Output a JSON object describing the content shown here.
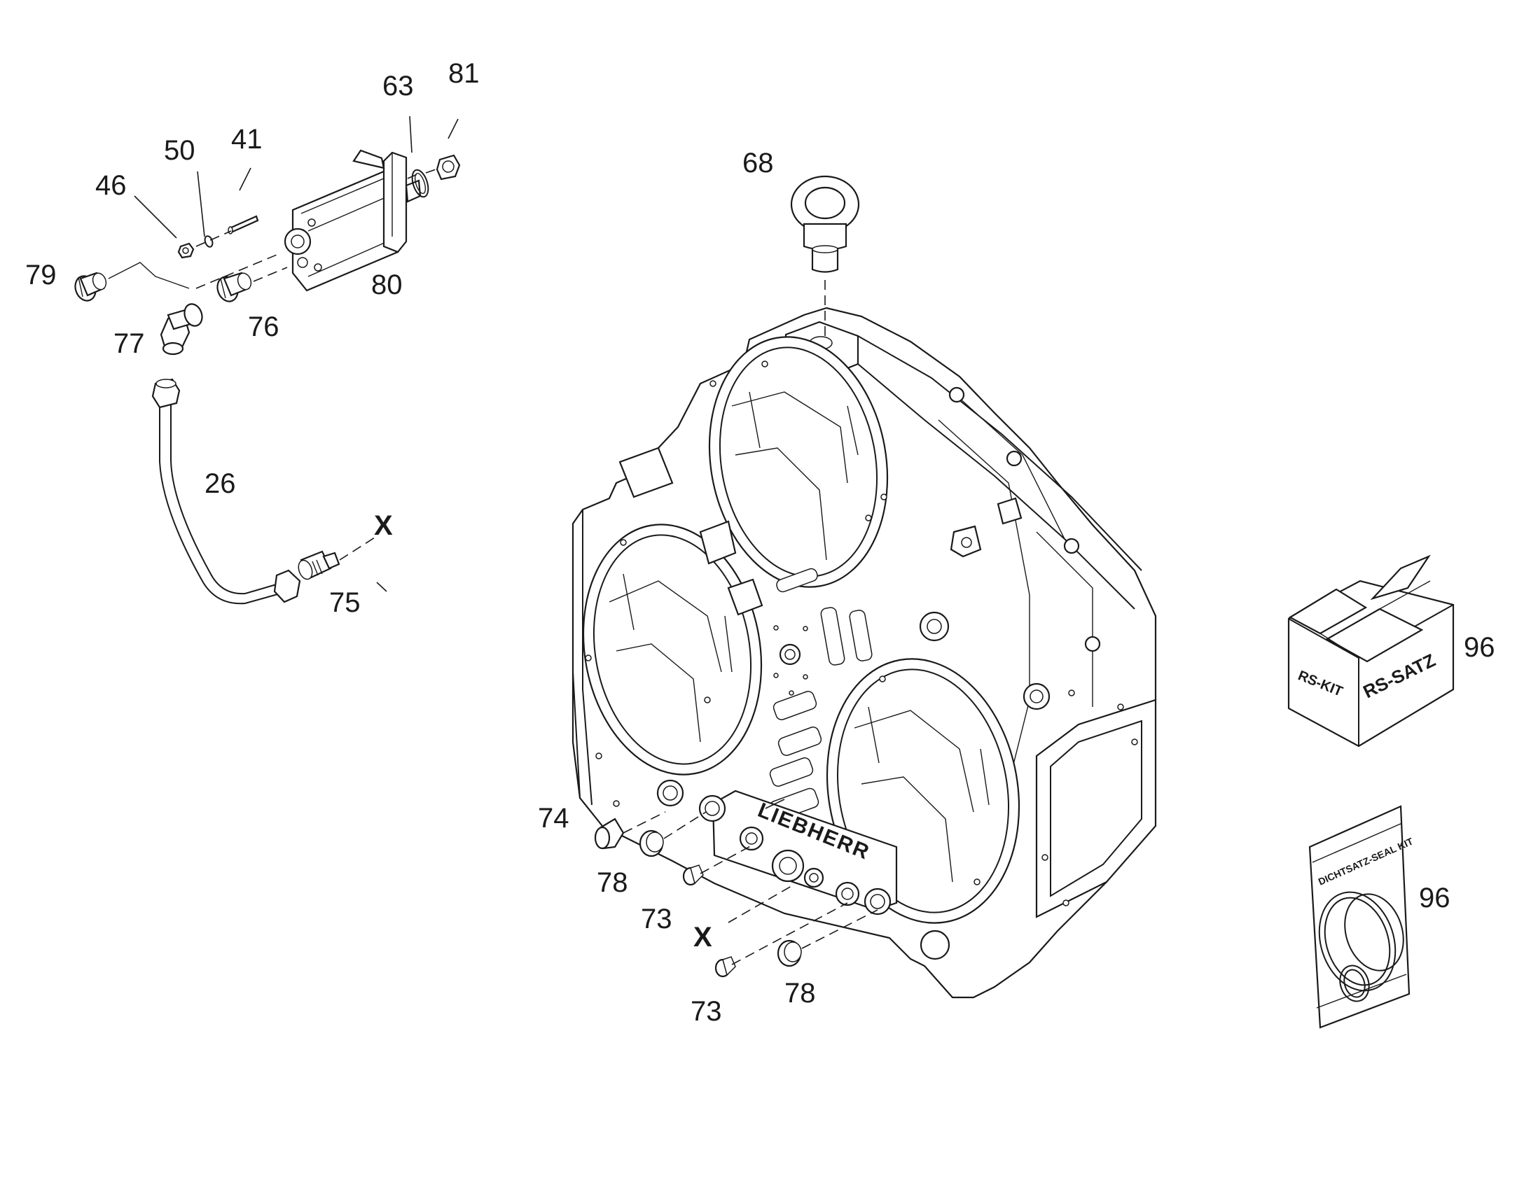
{
  "labels": {
    "p81": "81",
    "p63": "63",
    "p41": "41",
    "p50": "50",
    "p46": "46",
    "p79": "79",
    "p80": "80",
    "p76": "76",
    "p77": "77",
    "p26": "26",
    "p75": "75",
    "p68": "68",
    "p96_box": "96",
    "p96_bag": "96",
    "p74": "74",
    "p78_a": "78",
    "p73_a": "73",
    "p73_b": "73",
    "p78_b": "78",
    "x_top": "X",
    "x_bottom": "X"
  },
  "box": {
    "side_text": "RS-KIT",
    "front_text": "RS-SATZ"
  },
  "bag": {
    "text": "DICHTSATZ-SEAL KIT"
  },
  "housing": {
    "logo_text": "LIEBHERR"
  },
  "colors": {
    "line": "#1a1a1a",
    "background": "#ffffff"
  }
}
